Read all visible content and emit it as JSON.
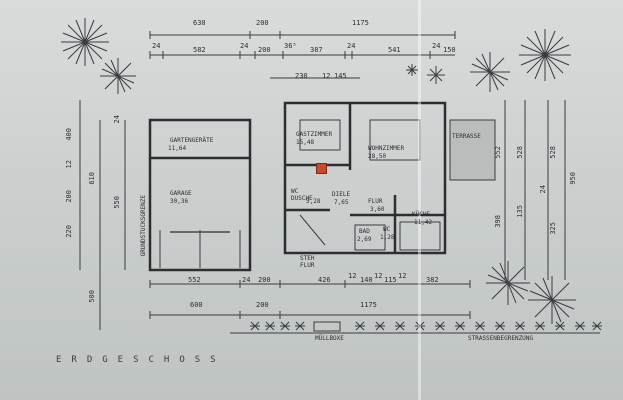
{
  "title": "ERDGESCHOSS",
  "rooms": {
    "gartengeraete": "GARTENGERÄTE",
    "gartengeraete_area": "11,64",
    "garage": "GARAGE",
    "garage_area": "30,36",
    "gastzimmer": "GASTZIMMER",
    "gastzimmer_area": "15,48",
    "wohnzimmer": "WOHNZIMMER",
    "wohnzimmer_area": "28,50",
    "dusche": "WC DUSCHE",
    "dusche_area": "5,28",
    "diele": "DIELE",
    "diele_area": "7,65",
    "flur": "FLUR",
    "flur_area": "3,60",
    "kueche": "KÜCHE",
    "kueche_area": "11,42",
    "bad": "BAD",
    "bad_area": "2,69",
    "wc": "WC",
    "wc_area": "1,28",
    "stehflur": "STEH FLUR",
    "terrasse": "TERRASSE",
    "gpos": "GRUNDSTÜCKSGRENZE"
  },
  "labels": {
    "muellboxe": "MÜLLBOXE",
    "strassen": "STRASSENBEGRENZUNG"
  },
  "dims_top": {
    "r1": [
      "630",
      "200",
      "1175"
    ],
    "r2": [
      "24",
      "582",
      "24",
      "200",
      "36⁵",
      "387",
      "24",
      "541",
      "24",
      "150"
    ],
    "r3": [
      "230",
      "12",
      "145"
    ]
  },
  "dims_bottom": {
    "r1": [
      "552",
      "24",
      "200",
      "426",
      "12",
      "140",
      "12",
      "115",
      "12",
      "382"
    ],
    "r2": [
      "600",
      "200",
      "1175"
    ]
  },
  "dims_left": [
    "400",
    "12",
    "200",
    "610",
    "550",
    "220",
    "24",
    "500"
  ],
  "dims_right": [
    "552",
    "528",
    "528",
    "950",
    "398",
    "135",
    "24",
    "325"
  ]
}
